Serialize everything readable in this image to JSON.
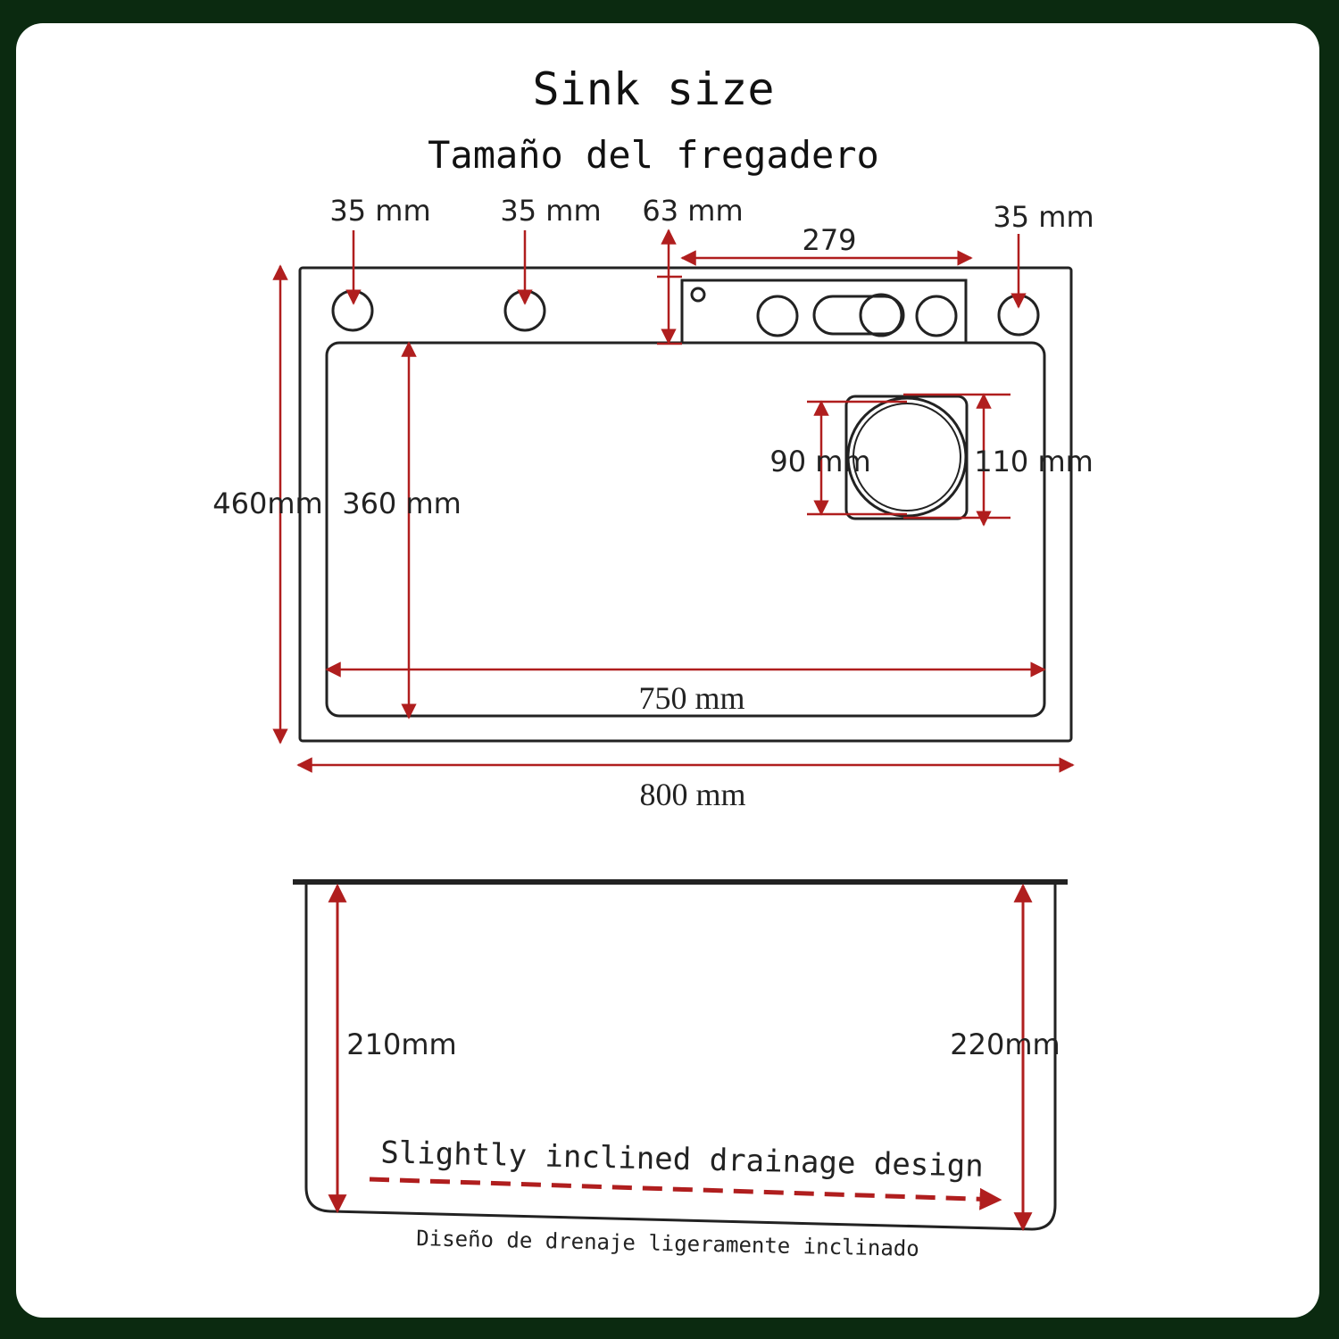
{
  "title": {
    "en": "Sink size",
    "es": "Tamaño del fregadero"
  },
  "top_view": {
    "hole_1": "35 mm",
    "hole_2": "35 mm",
    "panel_gap": "63 mm",
    "panel_width": "279",
    "hole_4": "35 mm",
    "outer_height": "460mm",
    "basin_depth": "360 mm",
    "drain_inner": "90 mm",
    "drain_outer": "110 mm",
    "basin_width": "750 mm",
    "outer_width": "800 mm"
  },
  "side_view": {
    "depth_left": "210mm",
    "depth_right": "220mm",
    "note_en": "Slightly inclined drainage design",
    "note_es": "Diseño de drenaje ligeramente inclinado"
  },
  "colors": {
    "dimension": "#b01e1e",
    "outline": "#222222",
    "background": "#0b2a10"
  }
}
